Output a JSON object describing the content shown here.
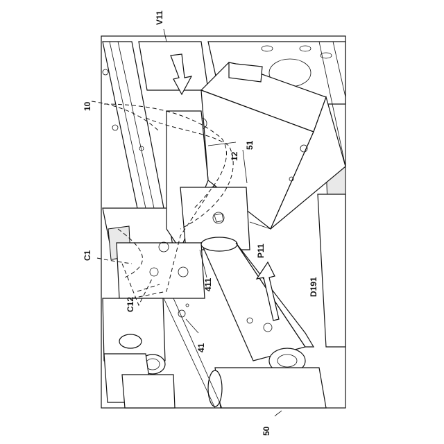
{
  "figure": {
    "labels": {
      "v11": "V11",
      "ref10": "10",
      "ref12": "12",
      "ref51": "51",
      "c1": "C1",
      "p11": "P11",
      "c12": "C12",
      "ref411": "411",
      "d191": "D191",
      "ref41": "41",
      "ref50": "50"
    }
  }
}
